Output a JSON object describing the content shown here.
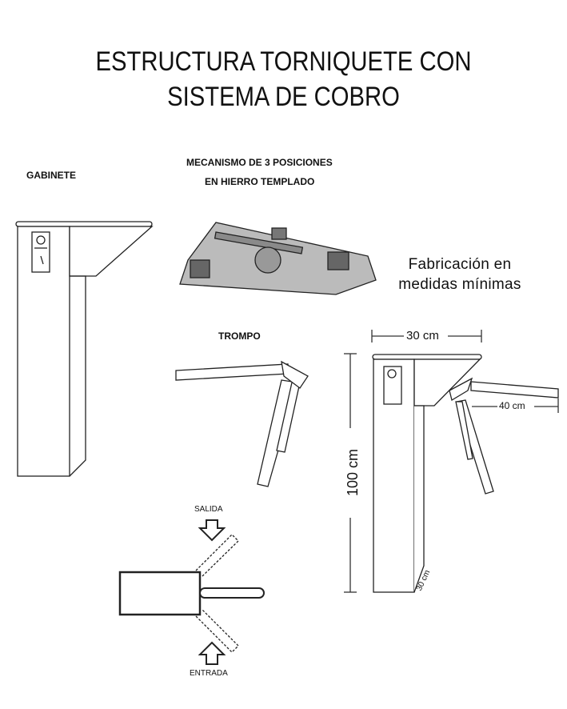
{
  "title": {
    "line1": "ESTRUCTURA TORNIQUETE CON",
    "line2": "SISTEMA DE COBRO"
  },
  "labels": {
    "gabinete": "GABINETE",
    "mecanismo_line1": "MECANISMO DE 3 POSICIONES",
    "mecanismo_line2": "EN HIERRO  TEMPLADO",
    "trompo": "TROMPO",
    "note_line1": "Fabricación en",
    "note_line2": "medidas mínimas",
    "salida": "SALIDA",
    "entrada": "ENTRADA"
  },
  "dimensions": {
    "width": "30 cm",
    "height": "100 cm",
    "arm": "40 cm",
    "depth": "30 cm"
  }
}
